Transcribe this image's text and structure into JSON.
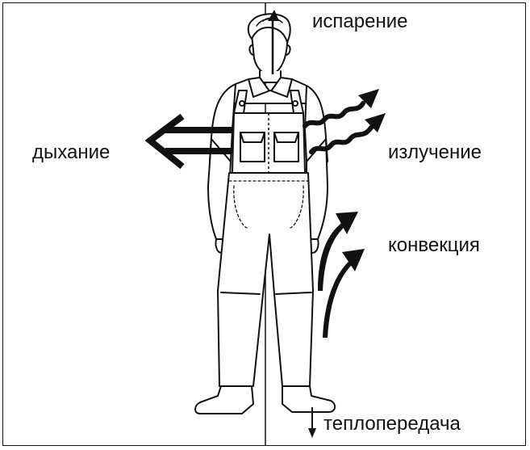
{
  "labels": {
    "evaporation": "испарение",
    "breathing": "дыхание",
    "radiation": "излучение",
    "convection": "конвекция",
    "conduction": "теплопередача"
  },
  "colors": {
    "line": "#111111",
    "background": "#ffffff"
  }
}
